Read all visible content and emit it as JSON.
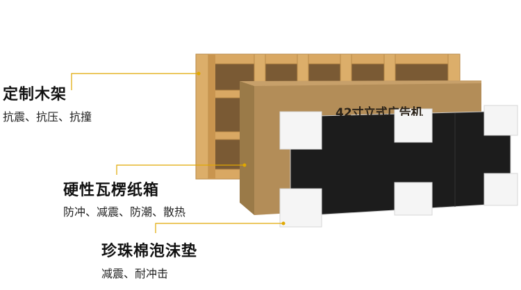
{
  "callouts": [
    {
      "title": "定制木架",
      "desc": "抗震、抗压、抗撞"
    },
    {
      "title": "硬性瓦楞纸箱",
      "desc": "防冲、减震、防潮、散热"
    },
    {
      "title": "珍珠棉泡沫垫",
      "desc": "减震、耐冲击"
    }
  ],
  "product": {
    "box_label": "42寸立式广告机"
  },
  "colors": {
    "leader": "#e0a800",
    "wood": "#d9a863",
    "cardboard": "#b08a55",
    "screen": "#1c1c1c",
    "foam": "#f4f4f4"
  }
}
